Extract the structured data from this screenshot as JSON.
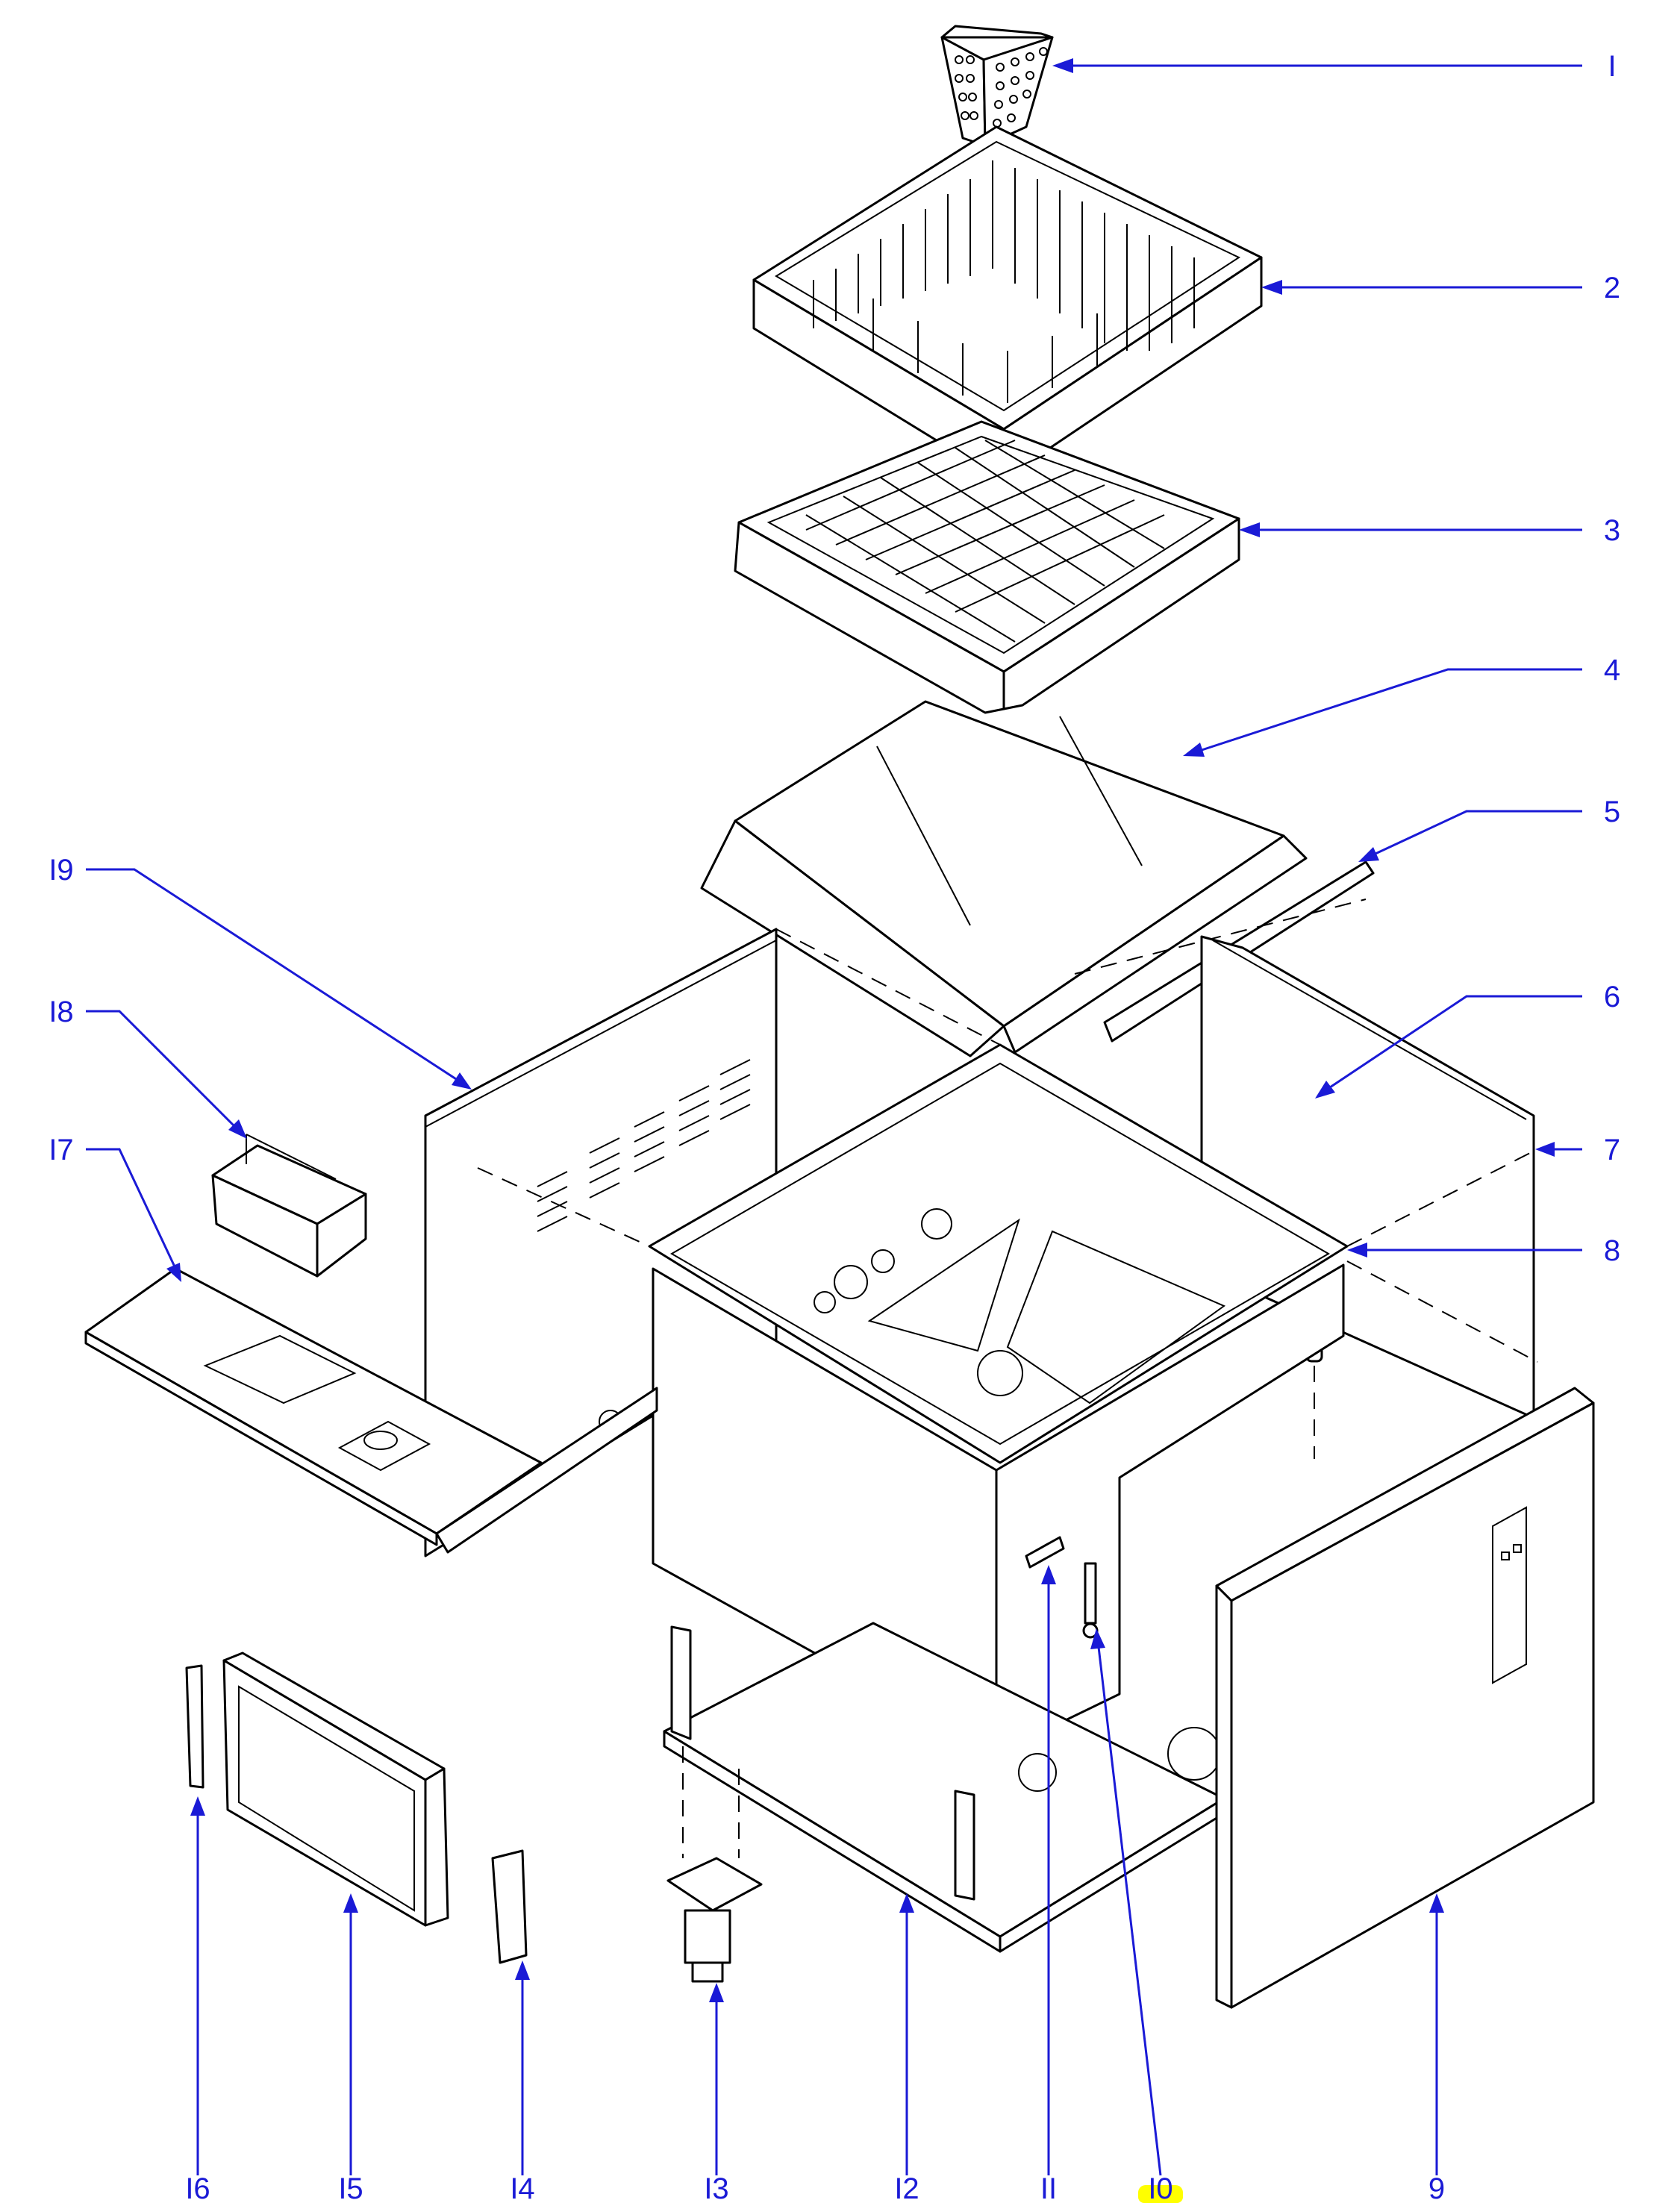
{
  "diagram": {
    "type": "exploded parts diagram",
    "callouts": [
      {
        "id": "c1",
        "label": "I"
      },
      {
        "id": "c2",
        "label": "2"
      },
      {
        "id": "c3",
        "label": "3"
      },
      {
        "id": "c4",
        "label": "4"
      },
      {
        "id": "c5",
        "label": "5"
      },
      {
        "id": "c6",
        "label": "6"
      },
      {
        "id": "c7",
        "label": "7"
      },
      {
        "id": "c8",
        "label": "8"
      },
      {
        "id": "c9",
        "label": "9"
      },
      {
        "id": "c10",
        "label": "I0",
        "highlighted": true
      },
      {
        "id": "c11",
        "label": "II"
      },
      {
        "id": "c12",
        "label": "I2"
      },
      {
        "id": "c13",
        "label": "I3"
      },
      {
        "id": "c14",
        "label": "I4"
      },
      {
        "id": "c15",
        "label": "I5"
      },
      {
        "id": "c16",
        "label": "I6"
      },
      {
        "id": "c17",
        "label": "I7"
      },
      {
        "id": "c18",
        "label": "I8"
      },
      {
        "id": "c19",
        "label": "I9"
      }
    ],
    "colors": {
      "leader": "#1a1ad6",
      "highlight": "#ffff00",
      "line": "#000000"
    }
  }
}
